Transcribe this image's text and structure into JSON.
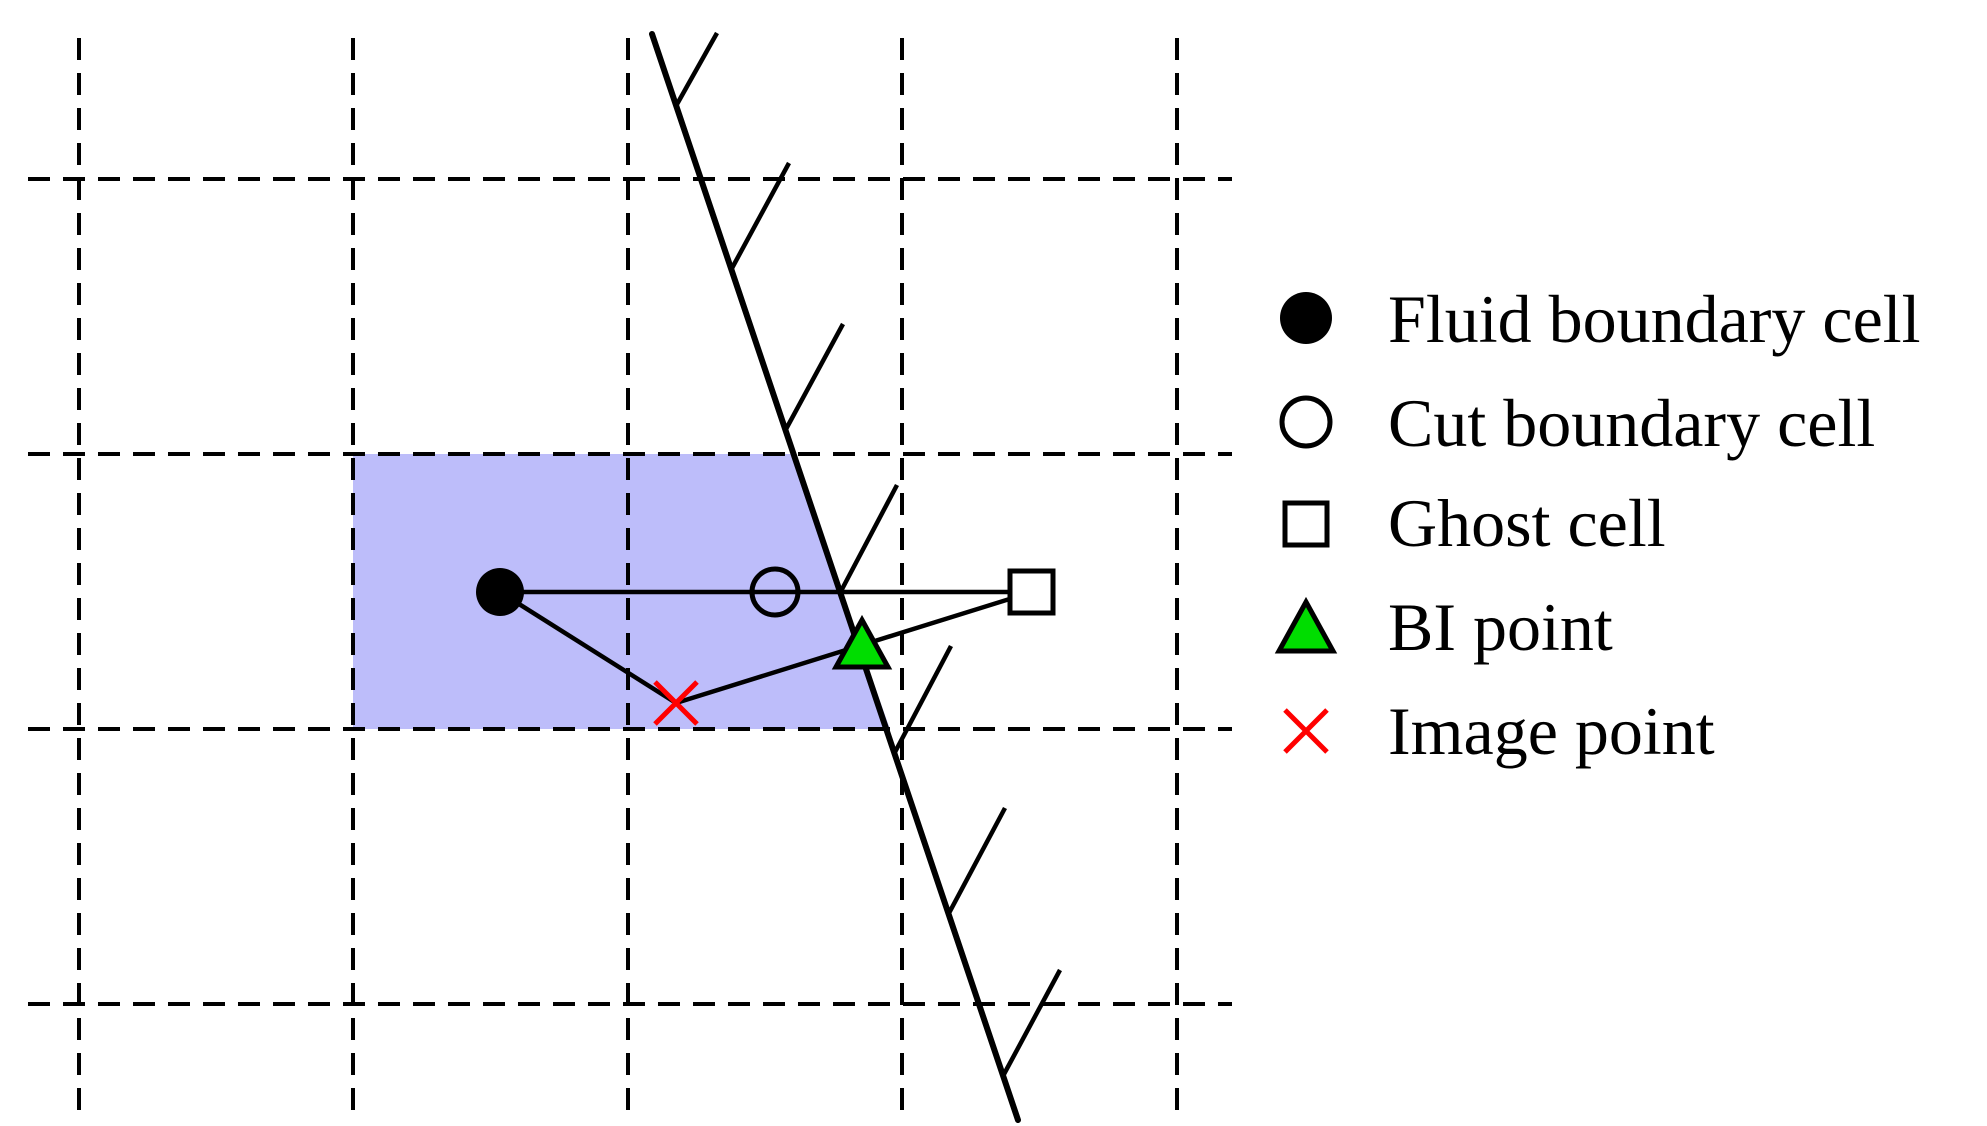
{
  "legend": {
    "items": [
      {
        "label": "Fluid boundary cell",
        "symbol": "filled-circle"
      },
      {
        "label": "Cut boundary cell",
        "symbol": "open-circle"
      },
      {
        "label": "Ghost cell",
        "symbol": "open-square"
      },
      {
        "label": "BI point",
        "symbol": "green-triangle"
      },
      {
        "label": "Image point",
        "symbol": "red-cross"
      }
    ]
  },
  "colors": {
    "highlight_fill": "#bdbdfa",
    "bi_point": "#00dd00",
    "image_point": "#ff0000",
    "ink": "#000000"
  }
}
